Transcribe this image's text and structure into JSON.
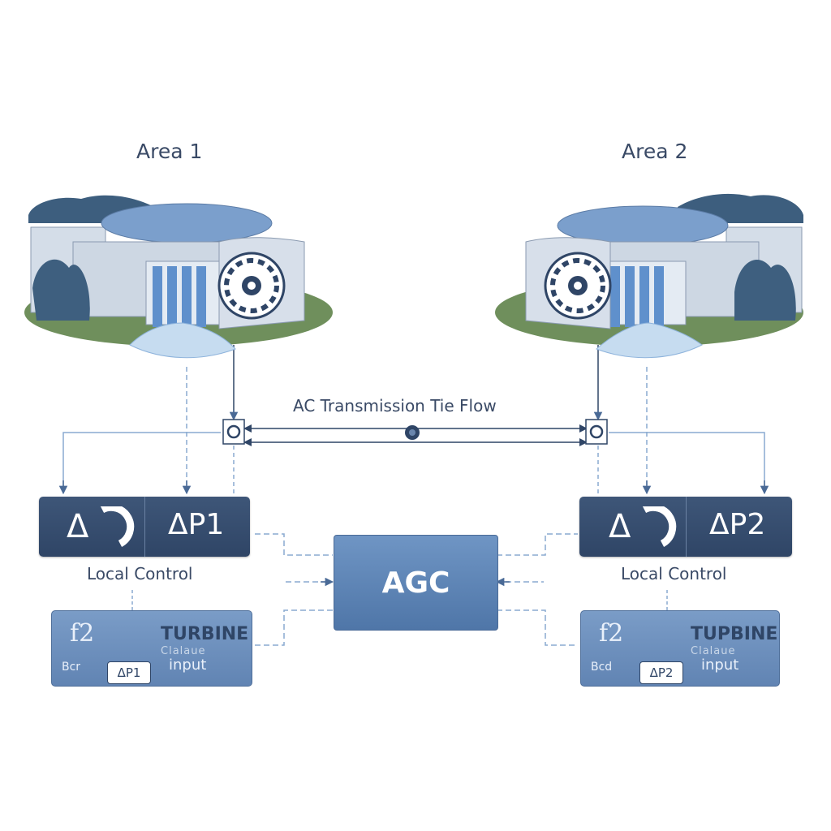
{
  "areas": [
    {
      "title": "Area 1",
      "local_control_label": "Local Control",
      "delta_left": "Δ",
      "delta_right": "ΔP1",
      "turbine": {
        "formula": "f2",
        "caption": "Bcr",
        "badge": "ΔP1",
        "heading": "TURBINE",
        "sub_heading": "Clalaue",
        "input_label": "input"
      }
    },
    {
      "title": "Area 2",
      "local_control_label": "Local Control",
      "delta_left": "Δ",
      "delta_right": "ΔP2",
      "turbine": {
        "formula": "f2",
        "caption": "Bcd",
        "badge": "ΔP2",
        "heading": "TUPBINE",
        "sub_heading": "Clalaue",
        "input_label": "input"
      }
    }
  ],
  "tie_line": {
    "label": "AC Transmission Tie Flow"
  },
  "agc": {
    "label": "AGC"
  },
  "colors": {
    "navy": "#2f4566",
    "blue": "#6184b3",
    "agc": "#5a80b2",
    "line": "#7a9cc7",
    "water": "#8fb4dc"
  },
  "icons": [
    "hydro-dam-icon",
    "turbine-wheel-icon",
    "tie-node-icon"
  ]
}
